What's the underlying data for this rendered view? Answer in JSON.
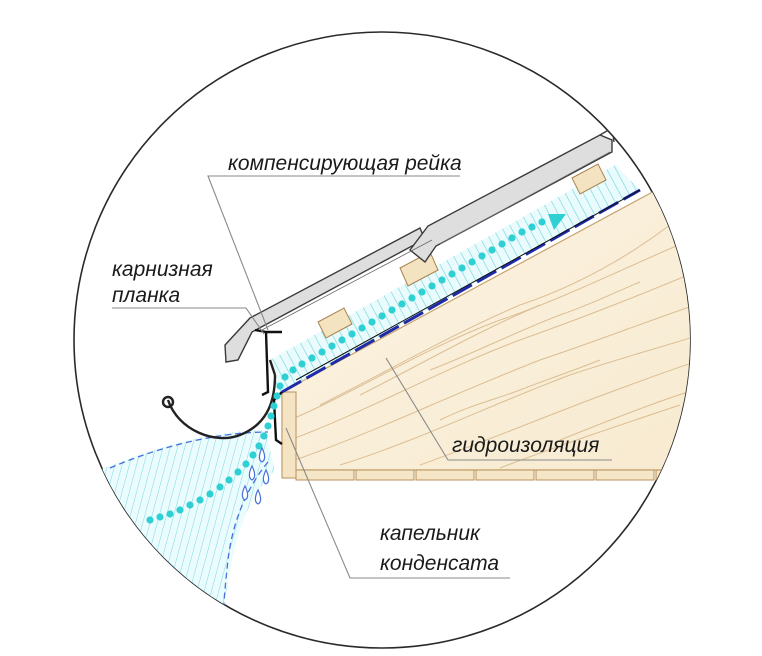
{
  "labels": {
    "compensating_batten": "компенсирующая рейка",
    "eaves_strip_line1": "карнизная",
    "eaves_strip_line2": "планка",
    "waterproofing": "гидроизоляция",
    "drip_line1": "капельник",
    "drip_line2": "конденсата"
  },
  "colors": {
    "airflow": "#2fd0d4",
    "hatch": "#6fd3dc",
    "membrane": "#1f2aa8",
    "wood_fill": "#fbf1dd",
    "wood_grain": "#d8b98c",
    "tile": "#dcdcdc",
    "outline": "#333333",
    "leader": "#8a8a8a"
  }
}
